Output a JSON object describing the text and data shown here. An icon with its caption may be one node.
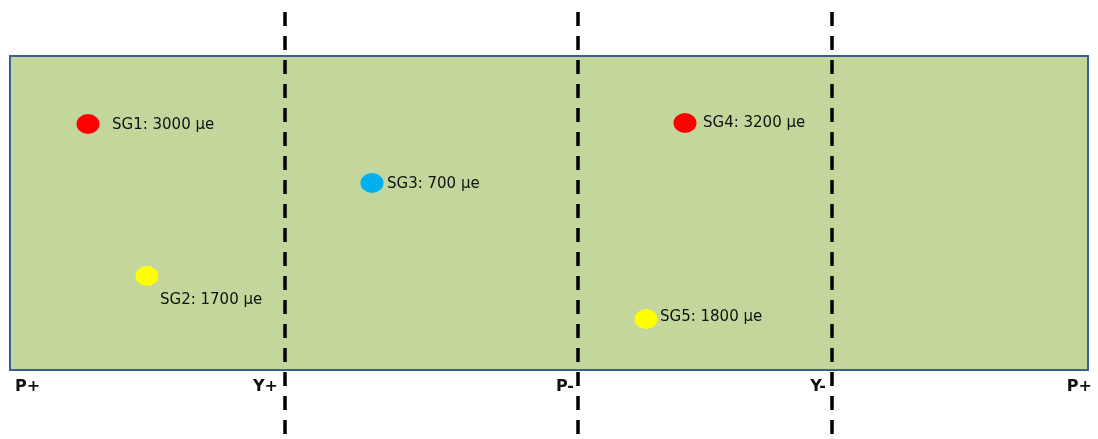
{
  "diagram": {
    "nodes": [
      {
        "text": [],
        "shape": "circle",
        "beside": [
          "SG1: 3000 μe"
        ]
      },
      {
        "text": [],
        "shape": "circle",
        "beside": [
          "SG2: 1700 μe"
        ]
      },
      {
        "text": [],
        "shape": "circle",
        "beside": [
          "SG3: 700 μe"
        ]
      },
      {
        "text": [],
        "shape": "circle",
        "beside": [
          "SG4: 3200 μe"
        ]
      },
      {
        "text": [],
        "shape": "circle",
        "beside": [
          "SG5: 1800 μe"
        ]
      }
    ],
    "labels": [
      "P+",
      "Y+",
      "P-",
      "Y-",
      "P+"
    ]
  }
}
